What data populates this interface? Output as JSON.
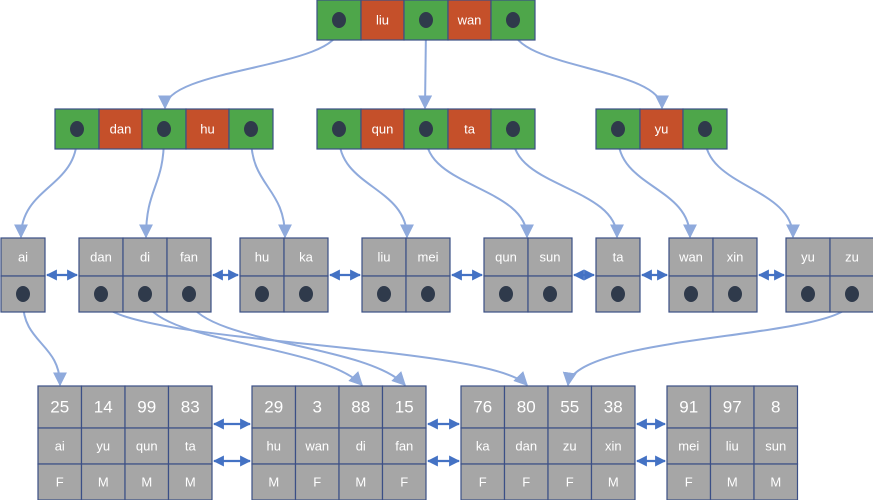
{
  "colors": {
    "key_cell": "#c5502a",
    "ptr_cell": "#4ea64a",
    "leaf_cell": "#a6a6a6",
    "border": "#3b4f86",
    "pointer_dot": "#2f3a4b",
    "tree_edge": "#8faadc",
    "sibling_link": "#4472c4"
  },
  "root": {
    "keys": [
      "liu",
      "wan"
    ]
  },
  "internal_nodes": [
    {
      "keys": [
        "dan",
        "hu"
      ]
    },
    {
      "keys": [
        "qun",
        "ta"
      ]
    },
    {
      "keys": [
        "yu"
      ]
    }
  ],
  "leaf_nodes": [
    {
      "keys": [
        "ai"
      ]
    },
    {
      "keys": [
        "dan",
        "di",
        "fan"
      ]
    },
    {
      "keys": [
        "hu",
        "ka"
      ]
    },
    {
      "keys": [
        "liu",
        "mei"
      ]
    },
    {
      "keys": [
        "qun",
        "sun"
      ]
    },
    {
      "keys": [
        "ta"
      ]
    },
    {
      "keys": [
        "wan",
        "xin"
      ]
    },
    {
      "keys": [
        "yu",
        "zu"
      ]
    }
  ],
  "data_pages": [
    {
      "ages": [
        "25",
        "14",
        "99",
        "83"
      ],
      "names": [
        "ai",
        "yu",
        "qun",
        "ta"
      ],
      "genders": [
        "F",
        "M",
        "M",
        "M"
      ]
    },
    {
      "ages": [
        "29",
        "3",
        "88",
        "15"
      ],
      "names": [
        "hu",
        "wan",
        "di",
        "fan"
      ],
      "genders": [
        "M",
        "F",
        "M",
        "F"
      ]
    },
    {
      "ages": [
        "76",
        "80",
        "55",
        "38"
      ],
      "names": [
        "ka",
        "dan",
        "zu",
        "xin"
      ],
      "genders": [
        "F",
        "F",
        "F",
        "M"
      ]
    },
    {
      "ages": [
        "91",
        "97",
        "8"
      ],
      "names": [
        "mei",
        "liu",
        "sun"
      ],
      "genders": [
        "F",
        "M",
        "M"
      ]
    }
  ],
  "icons": {
    "pointer": "pointer-dot-icon",
    "link": "double-arrow-icon"
  }
}
